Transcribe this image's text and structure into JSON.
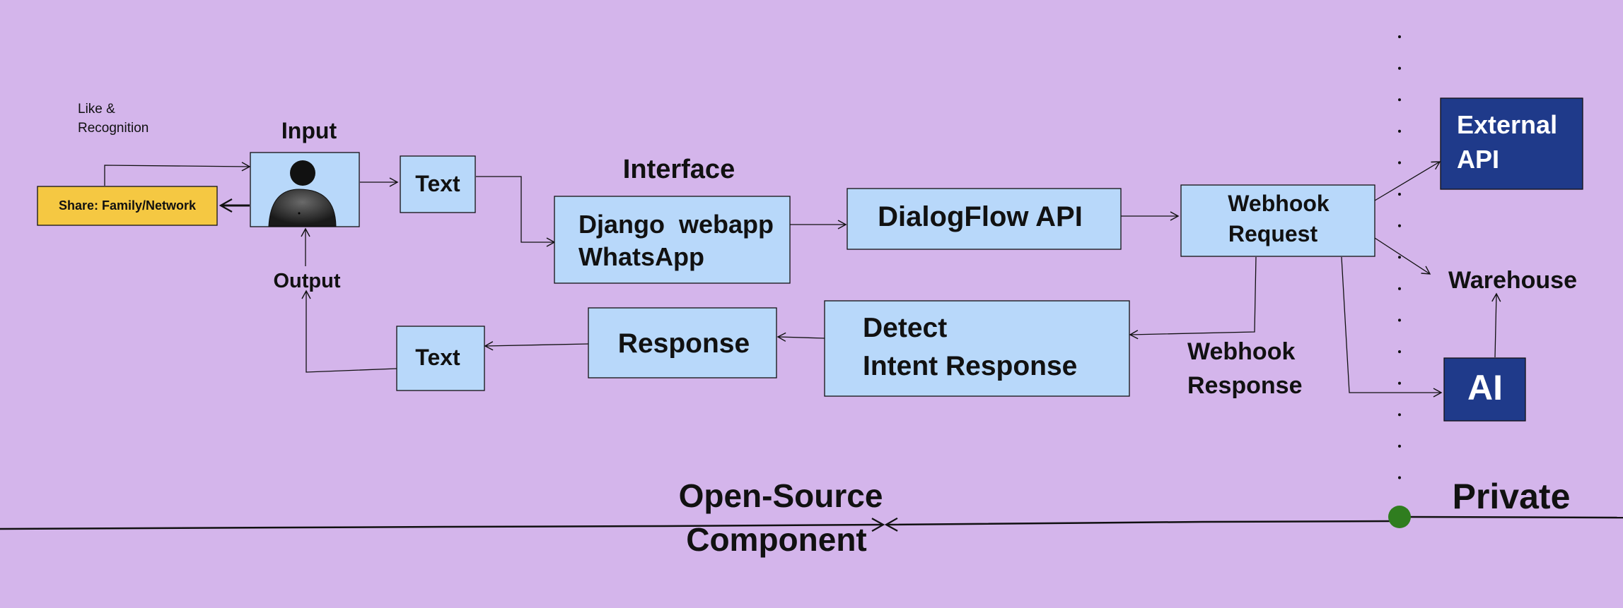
{
  "labels": {
    "like_recognition_line1": "Like &",
    "like_recognition_line2": "Recognition",
    "share": "Share: Family/Network",
    "input": "Input",
    "output": "Output",
    "text_top": "Text",
    "text_bottom": "Text",
    "interface": "Interface",
    "django_line1": "Django  webapp",
    "django_line2": "WhatsApp",
    "dialogflow": "DialogFlow API",
    "webhook_request_line1": "Webhook",
    "webhook_request_line2": "Request",
    "detect_line1": "Detect",
    "detect_line2": "Intent Response",
    "response": "Response",
    "webhook_response_line1": "Webhook",
    "webhook_response_line2": "Response",
    "external_api_line1": "External",
    "external_api_line2": "API",
    "warehouse": "Warehouse",
    "ai": "AI",
    "open_source_line1": "Open-Source",
    "open_source_line2": "Component",
    "private": "Private"
  },
  "colors": {
    "background": "#d4b5eb",
    "process_box": "#b8d8fa",
    "share_box": "#f5c842",
    "private_box": "#1f3a8a",
    "boundary_dot": "#2f7d1f"
  }
}
